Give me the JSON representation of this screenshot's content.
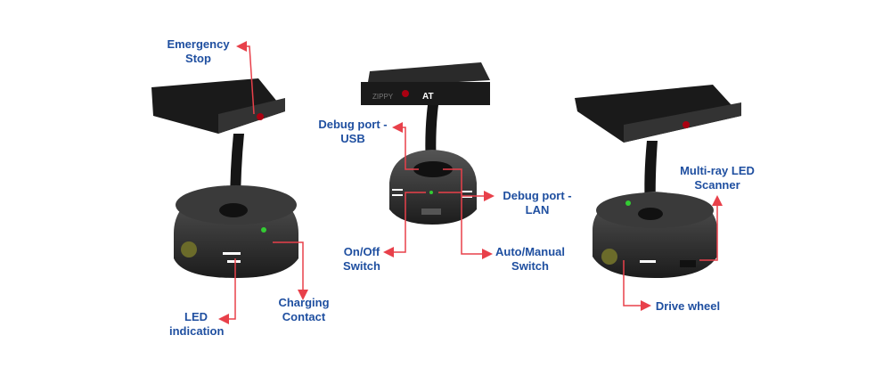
{
  "labels": {
    "emergency_stop": [
      "Emergency",
      "Stop"
    ],
    "led_indication": [
      "LED",
      "indication"
    ],
    "charging_contact": [
      "Charging",
      "Contact"
    ],
    "debug_usb": [
      "Debug port -",
      "USB"
    ],
    "debug_lan": [
      "Debug port -",
      "LAN"
    ],
    "on_off": [
      "On/Off",
      "Switch"
    ],
    "auto_manual": [
      "Auto/Manual",
      "Switch"
    ],
    "scanner": [
      "Multi-ray LED",
      "Scanner"
    ],
    "drive_wheel": [
      "Drive wheel"
    ]
  },
  "logo": {
    "brand": "ZIPPY",
    "mark": "AT"
  },
  "colors": {
    "label": "#1f4fa0",
    "arrow": "#e8404a",
    "robot": "#2a2a2a"
  }
}
